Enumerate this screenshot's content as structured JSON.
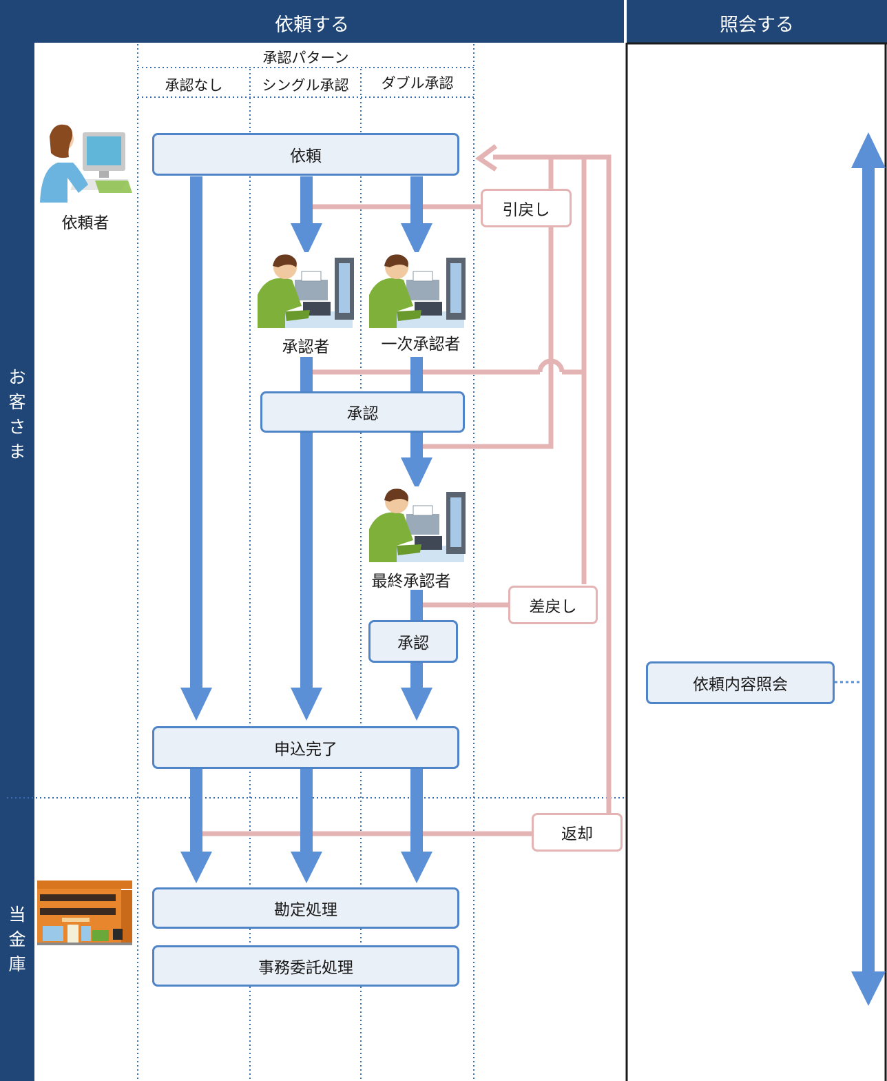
{
  "headers": {
    "request": "依頼する",
    "inquiry": "照会する"
  },
  "lanes": {
    "customer": "お\n客\nさ\nま",
    "bank": "当\n金\n庫"
  },
  "patterns": {
    "title": "承認パターン",
    "columns": [
      "承認なし",
      "シングル承認",
      "ダブル承認"
    ]
  },
  "actors": {
    "requester": "依頼者",
    "approver": "承認者",
    "first_approver": "一次承認者",
    "final_approver": "最終承認者"
  },
  "steps": {
    "request": "依頼",
    "approve_1": "承認",
    "approve_2": "承認",
    "complete": "申込完了",
    "accounting": "勘定処理",
    "outsourcing": "事務委託処理",
    "inquiry": "依頼内容照会"
  },
  "returns": {
    "withdraw": "引戻し",
    "send_back": "差戻し",
    "return": "返却"
  },
  "colors": {
    "header_bg": "#1f4677",
    "flow_arrow": "#5b8fd6",
    "return_line": "#e4b4b4",
    "box_fill": "#eaf0f8",
    "box_border": "#4f85c8",
    "lane_divider": "#3a6fb5"
  },
  "icons": {
    "requester": "woman-at-computer-icon",
    "approver": "man-at-computer-with-printer-icon",
    "bank": "bank-building-icon"
  }
}
